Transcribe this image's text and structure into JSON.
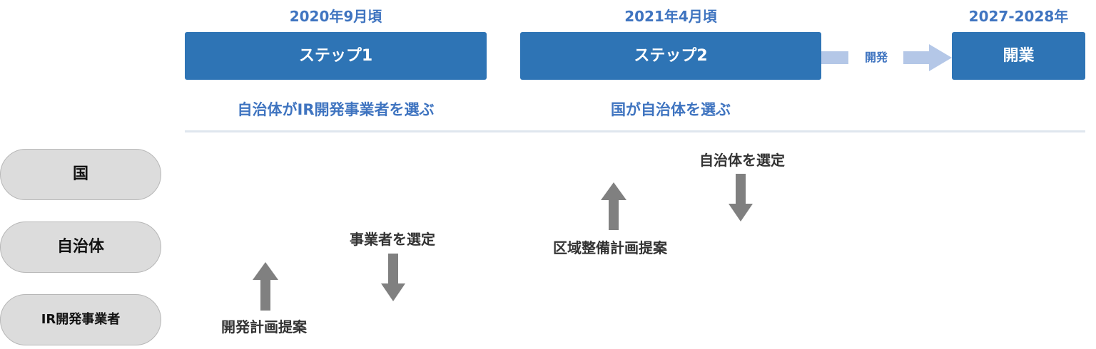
{
  "timeline": {
    "steps": [
      {
        "date": "2020年9月頃",
        "label": "ステップ1",
        "description": "自治体がIR開発事業者を選ぶ"
      },
      {
        "date": "2021年4月頃",
        "label": "ステップ2",
        "description": "国が自治体を選ぶ"
      },
      {
        "date": "2027-2028年",
        "label": "開業"
      }
    ],
    "connector_label": "開発"
  },
  "roles": [
    "国",
    "自治体",
    "IR開発事業者"
  ],
  "flows": {
    "dev_proposal": "開発計画提案",
    "select_operator": "事業者を選定",
    "area_plan": "区域整備計画提案",
    "select_municipality": "自治体を選定"
  },
  "colors": {
    "step_fill": "#2e74b5",
    "accent_text": "#3f74c0",
    "connector": "#b4c7e7",
    "arrow": "#808080",
    "role_fill": "#dcdcdc"
  }
}
